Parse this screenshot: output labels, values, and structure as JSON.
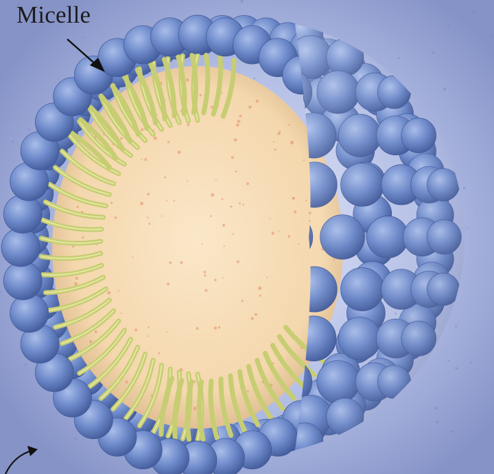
{
  "title": "",
  "label": "Micelle",
  "colors": {
    "medium": "#8b97c9",
    "medium_glow": "#c2cbec",
    "head": "#6482c4",
    "head_light": "#a9bde9",
    "head_dark": "#3f5697",
    "tail": "#c7cd73",
    "tail_light": "#ecefae",
    "core": "#f6ddb5",
    "core_edge": "#e2c29a",
    "speck": "#e2906a",
    "arrow": "#111111"
  },
  "shell": {
    "rows": 9,
    "cut_face": "right",
    "interior_exposed": true
  },
  "interior": {
    "tail_count": 34,
    "speckled": true
  }
}
